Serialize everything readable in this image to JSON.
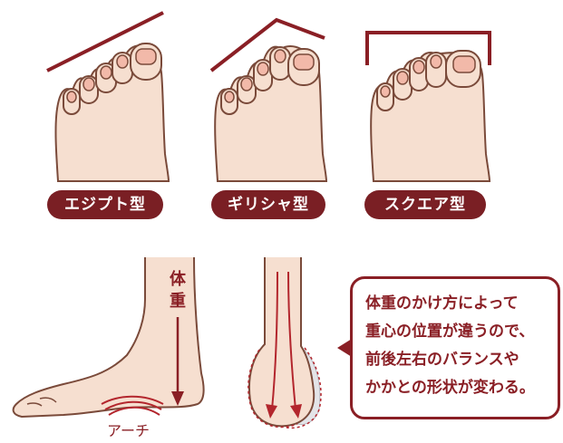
{
  "foot_types": [
    {
      "label": "エジプト型"
    },
    {
      "label": "ギリシャ型"
    },
    {
      "label": "スクエア型"
    }
  ],
  "weight_label_chars": [
    "体",
    "重"
  ],
  "arch_label": "アーチ",
  "callout": {
    "lines": [
      "体重のかけ方によって",
      "重心の位置が違うので、",
      "前後左右のバランスや",
      "かかとの形状が変わる。"
    ]
  },
  "colors": {
    "accent": "#8a1f25",
    "pill_bg": "#7a1f24",
    "skin": "#f6dfd0",
    "skin_outline": "#7a4a3a",
    "nail": "#f2b9a9"
  }
}
